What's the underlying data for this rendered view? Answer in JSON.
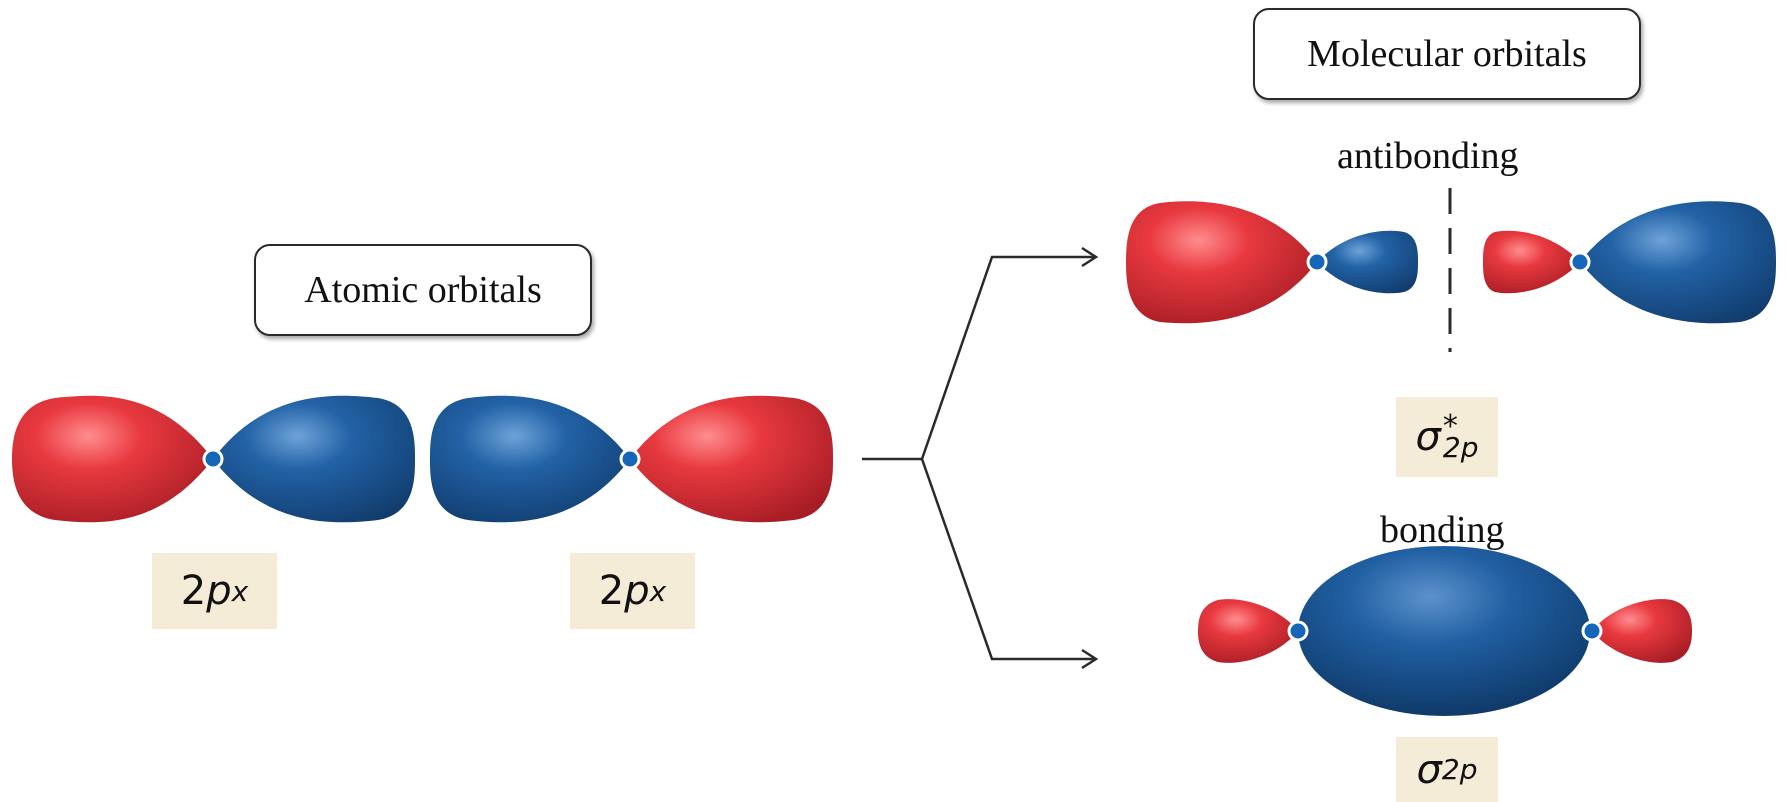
{
  "atomic": {
    "title": "Atomic orbitals",
    "left_label": {
      "main": "2",
      "var": "p",
      "sub": "x"
    },
    "right_label": {
      "main": "2",
      "var": "p",
      "sub": "x"
    }
  },
  "molecular": {
    "title": "Molecular orbitals",
    "antibonding_word": "antibonding",
    "bonding_word": "bonding",
    "antibonding_label": {
      "greek": "σ",
      "sup": "*",
      "sub": "2p"
    },
    "bonding_label": {
      "greek": "σ",
      "sub": "2p"
    }
  },
  "colors": {
    "red_lobe": "#d42a32",
    "blue_lobe": "#1c5592",
    "nucleus": "#1565b8",
    "label_bg": "#f4ecd6"
  }
}
